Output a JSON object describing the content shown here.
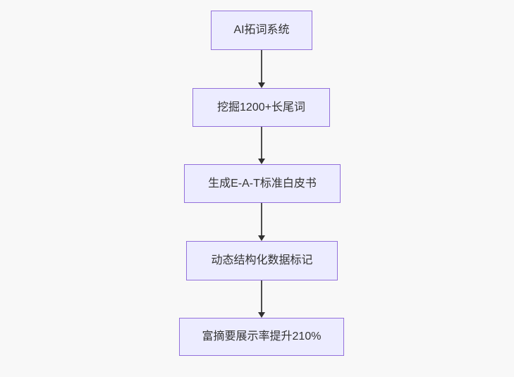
{
  "diagram": {
    "type": "flowchart",
    "direction": "top-down",
    "nodes": [
      {
        "id": "n1",
        "label": "AI拓词系统"
      },
      {
        "id": "n2",
        "label": "挖掘1200+长尾词"
      },
      {
        "id": "n3",
        "label": "生成E-A-T标准白皮书"
      },
      {
        "id": "n4",
        "label": "动态结构化数据标记"
      },
      {
        "id": "n5",
        "label": "富摘要展示率提升210%"
      }
    ],
    "edges": [
      {
        "from": "n1",
        "to": "n2",
        "arrow": "down"
      },
      {
        "from": "n2",
        "to": "n3",
        "arrow": "down"
      },
      {
        "from": "n3",
        "to": "n4",
        "arrow": "down"
      },
      {
        "from": "n4",
        "to": "n5",
        "arrow": "down"
      }
    ],
    "colors": {
      "background": "#f8f8f8",
      "node_fill": "#ECECFF",
      "node_border": "#9370DB",
      "node_text": "#333333",
      "edge_line": "#4d4d4d",
      "edge_head": "#2f2f2f"
    }
  }
}
